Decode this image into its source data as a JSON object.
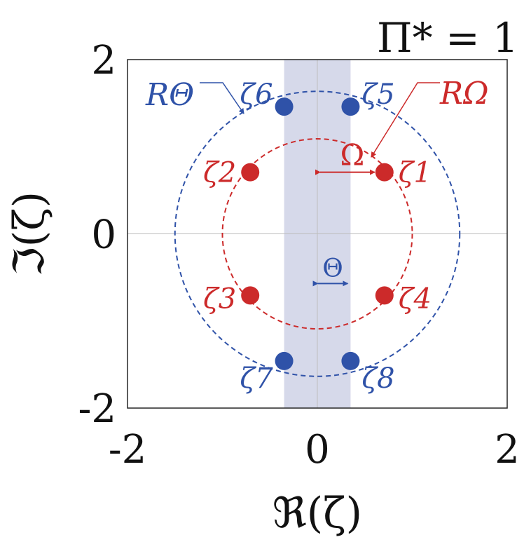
{
  "chart_data": {
    "type": "scatter",
    "title": "Π* = 1",
    "xlabel": "ℜ(ζ)",
    "ylabel": "ℑ(ζ)",
    "xlim": [
      -2,
      2
    ],
    "ylim": [
      -2,
      2
    ],
    "xticks": [
      "-2",
      "0",
      "2"
    ],
    "yticks": [
      "-2",
      "0",
      "2"
    ],
    "grid": false,
    "zero_lines": true,
    "shaded_band": {
      "x_min": -0.35,
      "x_max": 0.35,
      "color": "#d6d9ea"
    },
    "circles": [
      {
        "name": "R_Θ",
        "radius": 1.5,
        "color": "#2f52a8",
        "style": "dashed"
      },
      {
        "name": "R_Ω",
        "radius": 1.0,
        "color": "#cc2a2a",
        "style": "dashed"
      }
    ],
    "series": [
      {
        "color": "#cc2a2a",
        "points": [
          {
            "label": "ζ1",
            "x": 0.707,
            "y": 0.707
          },
          {
            "label": "ζ2",
            "x": -0.707,
            "y": 0.707
          },
          {
            "label": "ζ3",
            "x": -0.707,
            "y": -0.707
          },
          {
            "label": "ζ4",
            "x": 0.707,
            "y": -0.707
          }
        ]
      },
      {
        "color": "#2f52a8",
        "points": [
          {
            "label": "ζ5",
            "x": 0.35,
            "y": 1.46
          },
          {
            "label": "ζ6",
            "x": -0.35,
            "y": 1.46
          },
          {
            "label": "ζ7",
            "x": -0.35,
            "y": -1.46
          },
          {
            "label": "ζ8",
            "x": 0.35,
            "y": -1.46
          }
        ]
      }
    ],
    "annotations": {
      "omega_label": "Ω",
      "theta_label": "Θ",
      "r_theta_label": "RΘ",
      "r_omega_label": "RΩ"
    }
  }
}
